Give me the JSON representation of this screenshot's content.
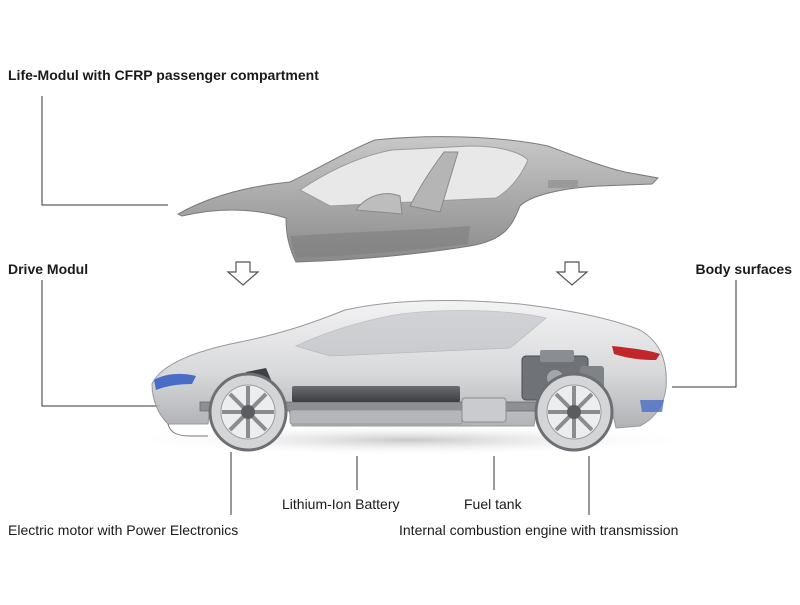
{
  "labels": {
    "life_module": "Life-Modul with CFRP passenger compartment",
    "drive_module": "Drive Modul",
    "body_surfaces": "Body surfaces",
    "battery": "Lithium-Ion Battery",
    "fuel_tank": "Fuel tank",
    "electric_motor": "Electric motor with Power Electronics",
    "combustion_engine": "Internal combustion engine with transmission"
  },
  "colors": {
    "background": "#ffffff",
    "leader_line": "#333333",
    "cfrp_gray": "#8c8c8c",
    "body_gray": "#d9dadc",
    "glass": "#b9bcc0",
    "tail_light": "#c0262a",
    "accent_blue": "#3a62c4"
  },
  "icons": [
    "down-arrow-icon",
    "down-arrow-icon"
  ]
}
